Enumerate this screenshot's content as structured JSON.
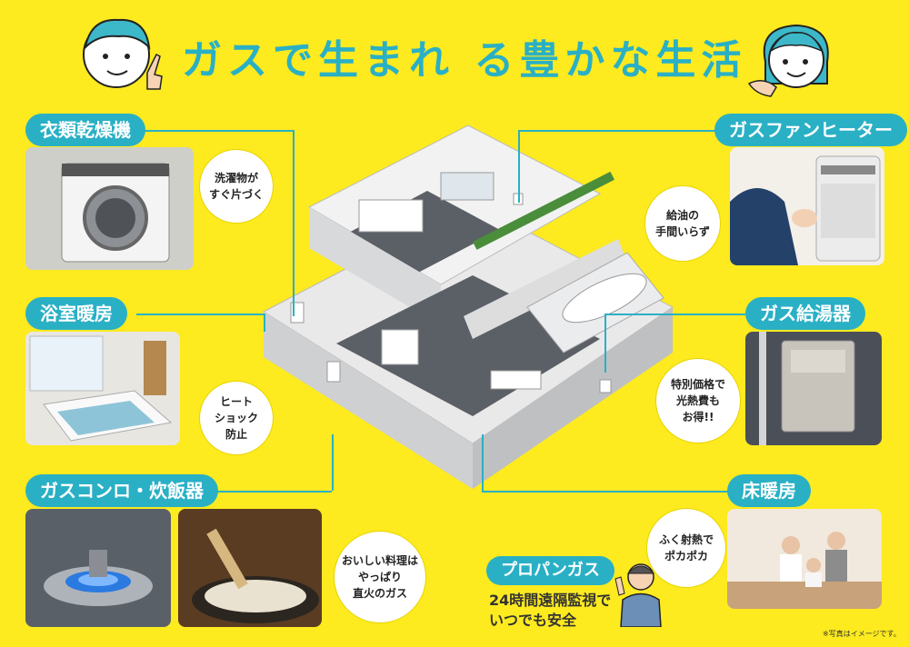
{
  "title": "ガスで生まれ る豊かな生活",
  "labels": {
    "dryer": "衣類乾燥機",
    "bath_heater": "浴室暖房",
    "stove": "ガスコンロ・炊飯器",
    "fan_heater": "ガスファンヒーター",
    "water_heater": "ガス給湯器",
    "floor_heating": "床暖房",
    "propane": "プロパンガス"
  },
  "bubbles": {
    "dryer": "洗濯物が\nすぐ片づく",
    "bath_heater": "ヒート\nショック\n防止",
    "stove": "おいしい料理は\nやっぱり\n直火のガス",
    "fan_heater": "給油の\n手間いらず",
    "water_heater": "特別価格で\n光熱費も\nお得!!",
    "floor_heating": "ふく射熱で\nポカポカ"
  },
  "propane_text": "24時間遠隔監視で\nいつでも安全",
  "note": "※写真はイメージです。"
}
